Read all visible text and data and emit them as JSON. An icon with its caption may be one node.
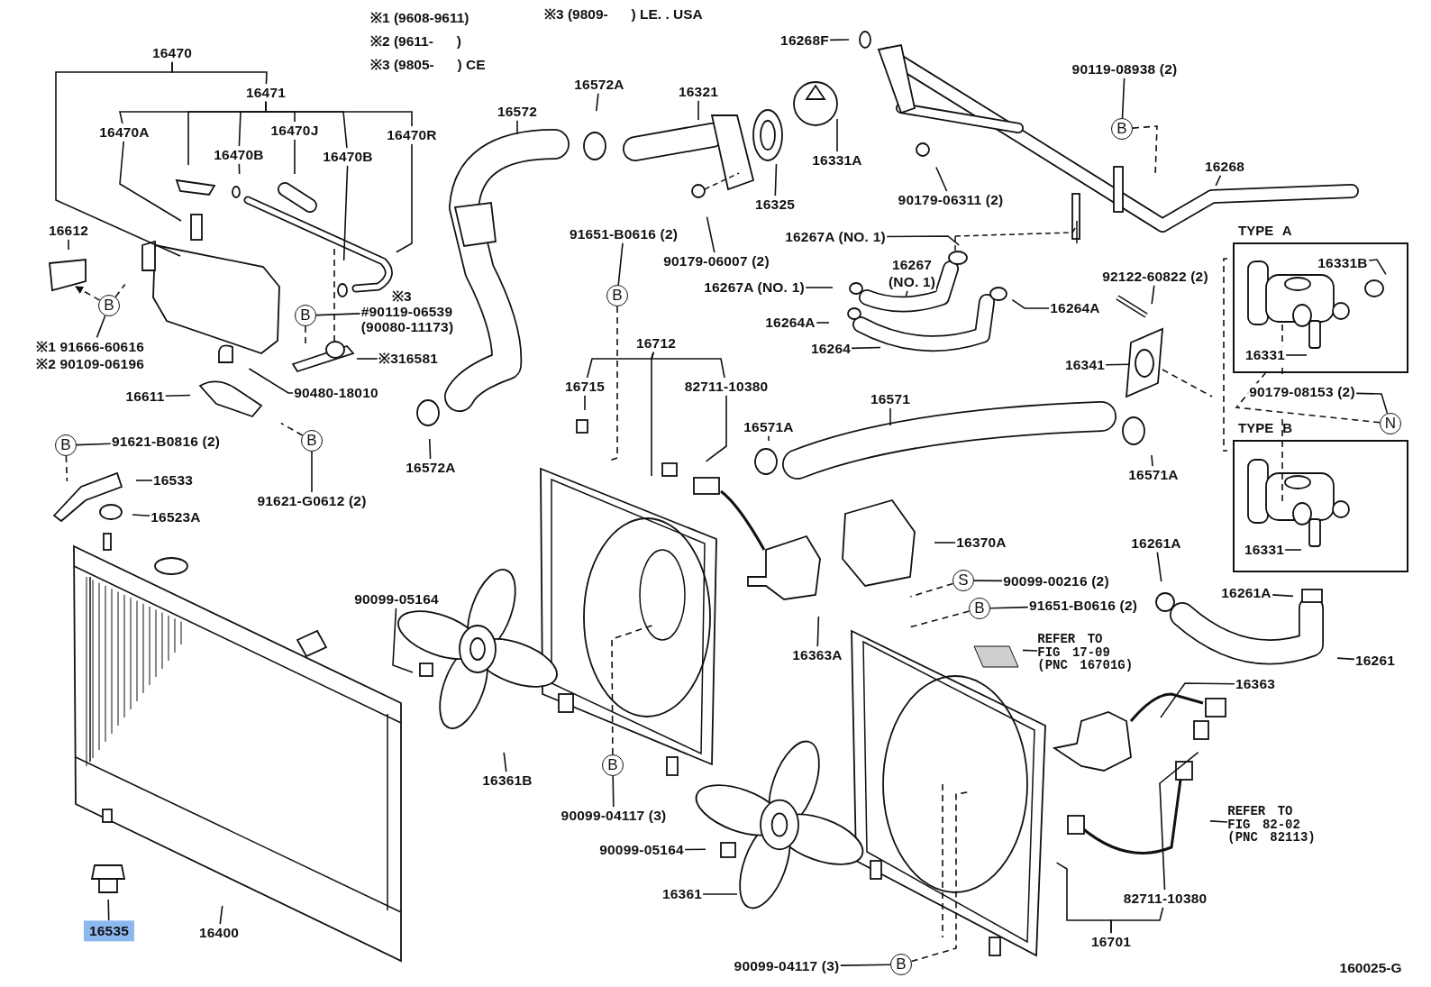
{
  "diagram": {
    "nodes": [
      {
        "text": [
          "16470"
        ]
      },
      {
        "text": [
          "16471"
        ]
      },
      {
        "text": [
          "16470A"
        ]
      },
      {
        "text": [
          "16470J"
        ]
      },
      {
        "text": [
          "16470R"
        ]
      },
      {
        "text": [
          "16470B"
        ]
      },
      {
        "text": [
          "16470B"
        ]
      },
      {
        "text": [
          "16612"
        ]
      },
      {
        "text": [
          "B"
        ]
      },
      {
        "text": [
          "※1 91666-60616",
          "※2 90109-06196"
        ]
      },
      {
        "text": [
          "B"
        ]
      },
      {
        "text": [
          "※3",
          "#90119-06539",
          "(90080-11173)"
        ]
      },
      {
        "text": [
          "※316581"
        ]
      },
      {
        "text": [
          "16611"
        ]
      },
      {
        "text": [
          "90480-18010"
        ]
      },
      {
        "text": [
          "B"
        ]
      },
      {
        "text": [
          "91621-G0612 (2)"
        ]
      },
      {
        "text": [
          "B"
        ]
      },
      {
        "text": [
          "91621-B0816 (2)"
        ]
      },
      {
        "text": [
          "16533"
        ]
      },
      {
        "text": [
          "16523A"
        ]
      },
      {
        "text": [
          "16535"
        ]
      },
      {
        "text": [
          "16400"
        ]
      },
      {
        "text": [
          "16572"
        ]
      },
      {
        "text": [
          "16572A"
        ]
      },
      {
        "text": [
          "16321"
        ]
      },
      {
        "text": [
          "16268F"
        ]
      },
      {
        "text": [
          "16331A"
        ]
      },
      {
        "text": [
          "16325"
        ]
      },
      {
        "text": [
          "90179-06311 (2)"
        ]
      },
      {
        "text": [
          "90119-08938 (2)"
        ]
      },
      {
        "text": [
          "B"
        ]
      },
      {
        "text": [
          "16268"
        ]
      },
      {
        "text": [
          "91651-B0616 (2)"
        ]
      },
      {
        "text": [
          "B"
        ]
      },
      {
        "text": [
          "90179-06007 (2)"
        ]
      },
      {
        "text": [
          "16267A (NO. 1)"
        ]
      },
      {
        "text": [
          "16267",
          "(NO. 1)"
        ]
      },
      {
        "text": [
          "16267A (NO. 1)"
        ]
      },
      {
        "text": [
          "16264A"
        ]
      },
      {
        "text": [
          "16264A"
        ]
      },
      {
        "text": [
          "16264"
        ]
      },
      {
        "text": [
          "92122-60822 (2)"
        ]
      },
      {
        "text": [
          "TYPE A"
        ]
      },
      {
        "text": [
          "16331B"
        ],
        "in": 43
      },
      {
        "text": [
          "16331"
        ],
        "in": 43
      },
      {
        "text": [
          "16341"
        ]
      },
      {
        "text": [
          "90179-08153 (2)"
        ]
      },
      {
        "text": [
          "N"
        ]
      },
      {
        "text": [
          "TYPE B"
        ]
      },
      {
        "text": [
          "16331"
        ],
        "in": 49
      },
      {
        "text": [
          "16712"
        ]
      },
      {
        "text": [
          "16715"
        ]
      },
      {
        "text": [
          "82711-10380"
        ]
      },
      {
        "text": [
          "16572A"
        ]
      },
      {
        "text": [
          "16571"
        ]
      },
      {
        "text": [
          "16571A"
        ]
      },
      {
        "text": [
          "16571A"
        ]
      },
      {
        "text": [
          "16370A"
        ]
      },
      {
        "text": [
          "S"
        ]
      },
      {
        "text": [
          "90099-00216 (2)"
        ]
      },
      {
        "text": [
          "B"
        ]
      },
      {
        "text": [
          "91651-B0616 (2)"
        ]
      },
      {
        "text": [
          "90099-05164"
        ]
      },
      {
        "text": [
          "16363A"
        ]
      },
      {
        "text": [
          "REFER TO FIG 17-09 (PNC 16701G)"
        ]
      },
      {
        "text": [
          "16261A"
        ]
      },
      {
        "text": [
          "16261A"
        ]
      },
      {
        "text": [
          "16261"
        ]
      },
      {
        "text": [
          "16363"
        ]
      },
      {
        "text": [
          "16361B"
        ]
      },
      {
        "text": [
          "B"
        ]
      },
      {
        "text": [
          "90099-04117 (3)"
        ]
      },
      {
        "text": [
          "REFER TO FIG 82-02 (PNC 82113)"
        ]
      },
      {
        "text": [
          "90099-05164"
        ]
      },
      {
        "text": [
          "16361"
        ]
      },
      {
        "text": [
          "82711-10380"
        ]
      },
      {
        "text": [
          "16701"
        ]
      },
      {
        "text": [
          "90099-04117 (3)"
        ]
      },
      {
        "text": [
          "B"
        ]
      }
    ],
    "edges": [
      {
        "from": 0,
        "to": null,
        "arrow": "none"
      },
      {
        "from": 1,
        "to": null,
        "arrow": "none"
      },
      {
        "from": 2,
        "to": null,
        "arrow": "none"
      },
      {
        "from": 3,
        "to": null,
        "arrow": "none"
      },
      {
        "from": 4,
        "to": null,
        "arrow": "none"
      },
      {
        "from": 5,
        "to": null,
        "arrow": "none"
      },
      {
        "from": 6,
        "to": null,
        "arrow": "none"
      },
      {
        "from": 7,
        "to": null,
        "arrow": "none"
      },
      {
        "from": 8,
        "to": null,
        "arrow": "to",
        "style": "dashed"
      },
      {
        "from": 8,
        "to": null,
        "arrow": "none",
        "style": "dashed"
      },
      {
        "from": 9,
        "to": 8,
        "arrow": "none"
      },
      {
        "from": 11,
        "to": 10,
        "arrow": "none"
      },
      {
        "from": 10,
        "to": null,
        "arrow": "none",
        "style": "dashed"
      },
      {
        "from": 12,
        "to": null,
        "arrow": "none"
      },
      {
        "from": 13,
        "to": null,
        "arrow": "none"
      },
      {
        "from": 14,
        "to": null,
        "arrow": "none"
      },
      {
        "from": 16,
        "to": 15,
        "arrow": "none"
      },
      {
        "from": 15,
        "to": null,
        "arrow": "none",
        "style": "dashed"
      },
      {
        "from": 18,
        "to": 17,
        "arrow": "none"
      },
      {
        "from": 17,
        "to": null,
        "arrow": "none",
        "style": "dashed"
      },
      {
        "from": 19,
        "to": null,
        "arrow": "none"
      },
      {
        "from": 20,
        "to": null,
        "arrow": "none"
      },
      {
        "from": 21,
        "to": null,
        "arrow": "none"
      },
      {
        "from": 22,
        "to": null,
        "arrow": "none"
      },
      {
        "from": 23,
        "to": null,
        "arrow": "none"
      },
      {
        "from": 24,
        "to": null,
        "arrow": "none"
      },
      {
        "from": 25,
        "to": null,
        "arrow": "none"
      },
      {
        "from": 26,
        "to": null,
        "arrow": "none"
      },
      {
        "from": 27,
        "to": null,
        "arrow": "none"
      },
      {
        "from": 28,
        "to": null,
        "arrow": "none"
      },
      {
        "from": 29,
        "to": null,
        "arrow": "none"
      },
      {
        "from": 30,
        "to": 31,
        "arrow": "none"
      },
      {
        "from": 31,
        "to": null,
        "arrow": "none",
        "style": "dashed"
      },
      {
        "from": 32,
        "to": null,
        "arrow": "none"
      },
      {
        "from": 33,
        "to": 34,
        "arrow": "none"
      },
      {
        "from": 34,
        "to": null,
        "arrow": "none",
        "style": "dashed"
      },
      {
        "from": 35,
        "to": null,
        "arrow": "none"
      },
      {
        "from": 36,
        "to": null,
        "arrow": "none"
      },
      {
        "from": 37,
        "to": null,
        "arrow": "none"
      },
      {
        "from": 38,
        "to": null,
        "arrow": "none"
      },
      {
        "from": 39,
        "to": null,
        "arrow": "none"
      },
      {
        "from": 40,
        "to": null,
        "arrow": "none"
      },
      {
        "from": 41,
        "to": null,
        "arrow": "none"
      },
      {
        "from": 42,
        "to": null,
        "arrow": "none"
      },
      {
        "from": 44,
        "to": null,
        "arrow": "none"
      },
      {
        "from": 45,
        "to": null,
        "arrow": "none"
      },
      {
        "from": 46,
        "to": null,
        "arrow": "none"
      },
      {
        "from": 47,
        "to": 48,
        "arrow": "none"
      },
      {
        "from": 48,
        "to": 43,
        "arrow": "none",
        "style": "dashed"
      },
      {
        "from": 50,
        "to": null,
        "arrow": "none"
      },
      {
        "from": 51,
        "to": null,
        "arrow": "none"
      },
      {
        "from": 52,
        "to": null,
        "arrow": "none"
      },
      {
        "from": 53,
        "to": null,
        "arrow": "none"
      },
      {
        "from": 54,
        "to": null,
        "arrow": "none"
      },
      {
        "from": 55,
        "to": null,
        "arrow": "none"
      },
      {
        "from": 56,
        "to": null,
        "arrow": "none"
      },
      {
        "from": 57,
        "to": null,
        "arrow": "none"
      },
      {
        "from": 58,
        "to": null,
        "arrow": "none"
      },
      {
        "from": 60,
        "to": 59,
        "arrow": "none"
      },
      {
        "from": 59,
        "to": null,
        "arrow": "none",
        "style": "dashed"
      },
      {
        "from": 62,
        "to": 61,
        "arrow": "none"
      },
      {
        "from": 61,
        "to": null,
        "arrow": "none",
        "style": "dashed"
      },
      {
        "from": 63,
        "to": null,
        "arrow": "none"
      },
      {
        "from": 64,
        "to": null,
        "arrow": "none"
      },
      {
        "from": 65,
        "to": null,
        "arrow": "none"
      },
      {
        "from": 66,
        "to": null,
        "arrow": "none"
      },
      {
        "from": 67,
        "to": null,
        "arrow": "none"
      },
      {
        "from": 68,
        "to": null,
        "arrow": "none"
      },
      {
        "from": 69,
        "to": null,
        "arrow": "none"
      },
      {
        "from": 70,
        "to": null,
        "arrow": "none"
      },
      {
        "from": 71,
        "to": null,
        "arrow": "none",
        "style": "dashed"
      },
      {
        "from": 72,
        "to": 71,
        "arrow": "none"
      },
      {
        "from": 73,
        "to": null,
        "arrow": "none"
      },
      {
        "from": 74,
        "to": null,
        "arrow": "none"
      },
      {
        "from": 75,
        "to": null,
        "arrow": "none"
      },
      {
        "from": 76,
        "to": null,
        "arrow": "none"
      },
      {
        "from": 77,
        "to": null,
        "arrow": "none"
      },
      {
        "from": 78,
        "to": 79,
        "arrow": "none"
      },
      {
        "from": 79,
        "to": null,
        "arrow": "none",
        "style": "dashed"
      },
      {
        "from": 0,
        "to": 1,
        "arrow": "none"
      },
      {
        "from": 1,
        "to": 2,
        "arrow": "none"
      },
      {
        "from": 1,
        "to": 5,
        "arrow": "none"
      },
      {
        "from": 1,
        "to": 3,
        "arrow": "none"
      },
      {
        "from": 1,
        "to": 6,
        "arrow": "none"
      },
      {
        "from": 1,
        "to": 4,
        "arrow": "none"
      },
      {
        "from": 51,
        "to": 52,
        "arrow": "none"
      },
      {
        "from": 51,
        "to": 53,
        "arrow": "none"
      },
      {
        "from": 77,
        "to": 76,
        "arrow": "none"
      }
    ],
    "labels": [
      "※1 (9608-9611)",
      "※3 (9809-      ) LE. . USA",
      "※2 (9611-      )",
      "※3 (9805-      ) CE",
      "160025-G"
    ]
  }
}
